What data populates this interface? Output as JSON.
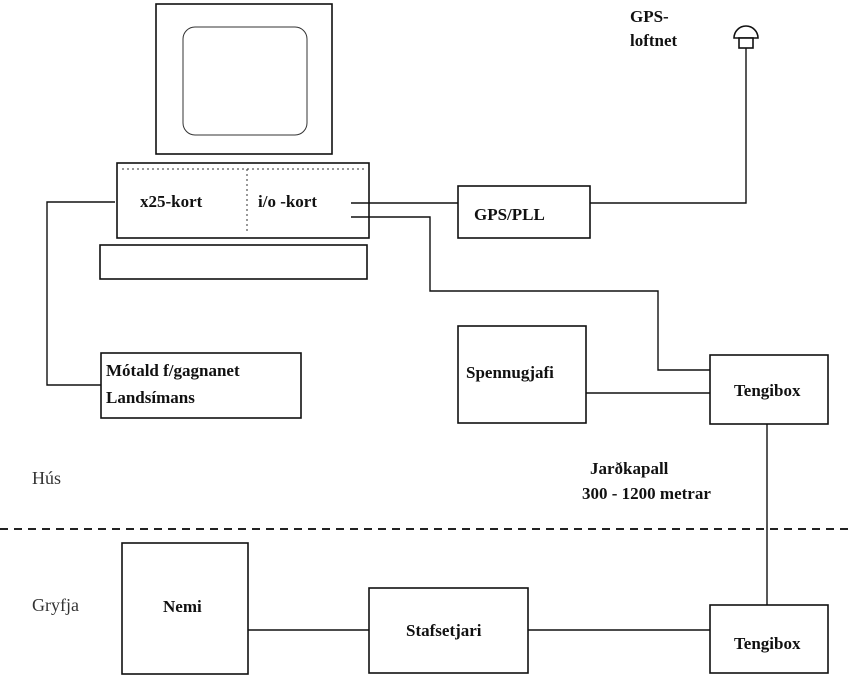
{
  "labels": {
    "x25_card": "x25-kort",
    "io_card": "i/o -kort",
    "gps_antenna_line1": "GPS-",
    "gps_antenna_line2": "loftnet",
    "gps_pll": "GPS/PLL",
    "modem_line1": "Mótald f/gagnanet",
    "modem_line2": "Landsímans",
    "power_supply": "Spennugjafi",
    "junction_box_upper": "Tengibox",
    "junction_box_lower": "Tengibox",
    "cable_line1": "Jarðkapall",
    "cable_line2": "300 - 1200 metrar",
    "house": "Hús",
    "pit": "Gryfja",
    "sensor": "Nemi",
    "positioner": "Stafsetjari"
  }
}
